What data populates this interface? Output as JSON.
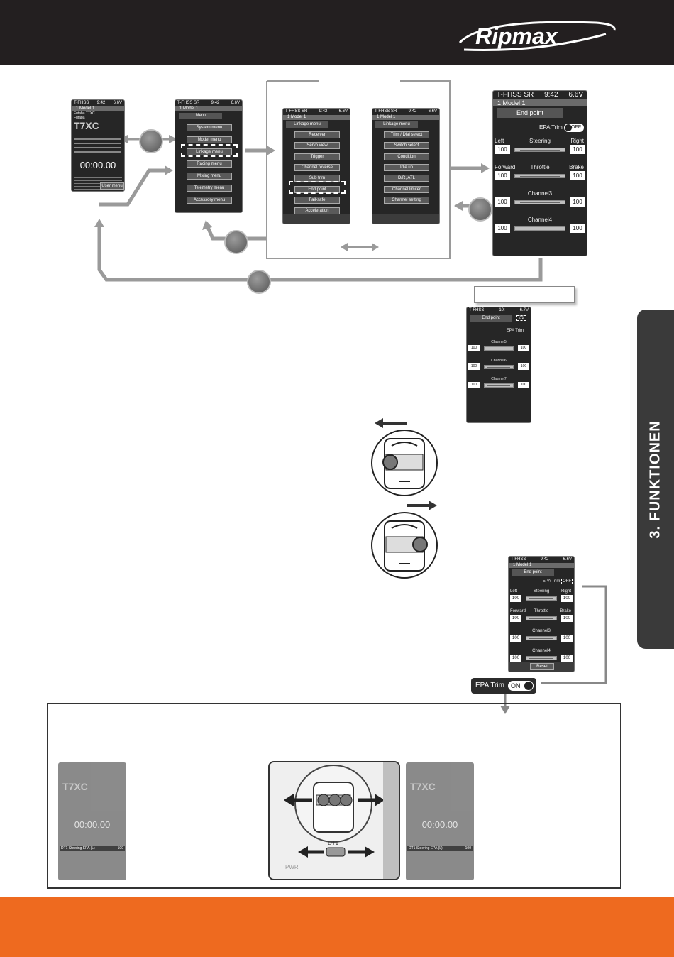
{
  "brand": {
    "logo_text": "Ripmax"
  },
  "side_tab": {
    "label": "3. FUNKTIONEN"
  },
  "home_screen": {
    "top_left": "T-FHSS",
    "top_time": "9:42",
    "top_batt": "6.6V",
    "model": "1 Model 1",
    "model_line2": "Futaba T7XC",
    "model_line3": "Futaba",
    "logo": "T7XC",
    "timer": "00:00.00",
    "btn_right": "User menu"
  },
  "menu_screen": {
    "top_left": "T-FHSS SR",
    "top_time": "9:42",
    "top_batt": "6.6V",
    "model": "1 Model 1",
    "title": "Menu",
    "items": [
      "System menu",
      "Model menu",
      "Linkage menu",
      "Racing menu",
      "Mixing menu",
      "Telemetry menu",
      "Accessory menu"
    ]
  },
  "linkage1": {
    "top_left": "T-FHSS SR",
    "top_time": "9:42",
    "top_batt": "6.6V",
    "model": "1 Model 1",
    "title": "Linkage menu",
    "items": [
      "Receiver",
      "Servo view",
      "Trigger",
      "Channel reverse",
      "Sub trim",
      "End point",
      "Fail-safe",
      "Acceleration"
    ]
  },
  "linkage2": {
    "top_left": "T-FHSS SR",
    "top_time": "9:42",
    "top_batt": "6.6V",
    "model": "1 Model 1",
    "title": "Linkage menu",
    "items": [
      "Trim / Dial select",
      "Switch select",
      "Condition",
      "Idle up",
      "D/R, ATL",
      "Channel limiter",
      "Channel setting"
    ]
  },
  "endpoint_big": {
    "top_left": "T-FHSS SR",
    "top_time": "9:42",
    "top_batt": "6.6V",
    "model": "1 Model 1",
    "title": "End point",
    "epa_label": "EPA Trim",
    "epa_state": "OFF",
    "rows": [
      {
        "left_label": "Left",
        "center": "Steering",
        "right_label": "Right",
        "l": "100",
        "r": "100"
      },
      {
        "left_label": "Forward",
        "center": "Throttle",
        "right_label": "Brake",
        "l": "100",
        "r": "100"
      },
      {
        "left_label": "",
        "center": "Channel3",
        "right_label": "",
        "l": "100",
        "r": "100"
      },
      {
        "left_label": "",
        "center": "Channel4",
        "right_label": "",
        "l": "100",
        "r": "100"
      }
    ]
  },
  "endpoint_p2": {
    "top_left": "T-FHSS",
    "top_time": "10:",
    "top_batt": "6.7V",
    "title": "End point",
    "page": "2/2",
    "epa_label": "EPA Trim",
    "rows": [
      {
        "center": "Channel5",
        "l": "100",
        "r": "100"
      },
      {
        "center": "Channel6",
        "l": "100",
        "r": "100"
      },
      {
        "center": "Channel7",
        "l": "100",
        "r": "100"
      }
    ]
  },
  "endpoint_small": {
    "top_left": "T-FHSS",
    "top_time": "9:42",
    "top_batt": "6.6V",
    "model": "1 Model 1",
    "title": "End point",
    "epa_label": "EPA Trim",
    "epa_state": "OFF",
    "reset": "Reset",
    "rows": [
      {
        "left_label": "Left",
        "center": "Steering",
        "right_label": "Right",
        "l": "100",
        "r": "100"
      },
      {
        "left_label": "Forward",
        "center": "Throttle",
        "right_label": "Brake",
        "l": "100",
        "r": "100"
      },
      {
        "left_label": "",
        "center": "Channel3",
        "right_label": "",
        "l": "100",
        "r": "100"
      },
      {
        "left_label": "",
        "center": "Channel4",
        "right_label": "",
        "l": "100",
        "r": "100"
      }
    ]
  },
  "epa_toggle": {
    "label": "EPA Trim",
    "state": "ON"
  },
  "bottom_panel": {
    "ghost_timer": "00:00.00",
    "ghost_logo": "T7XC",
    "ghost_row": "DT1 Steering EPA (L)",
    "ghost_value": "100",
    "photo_label": "DT1",
    "photo_pwr": "PWR"
  }
}
